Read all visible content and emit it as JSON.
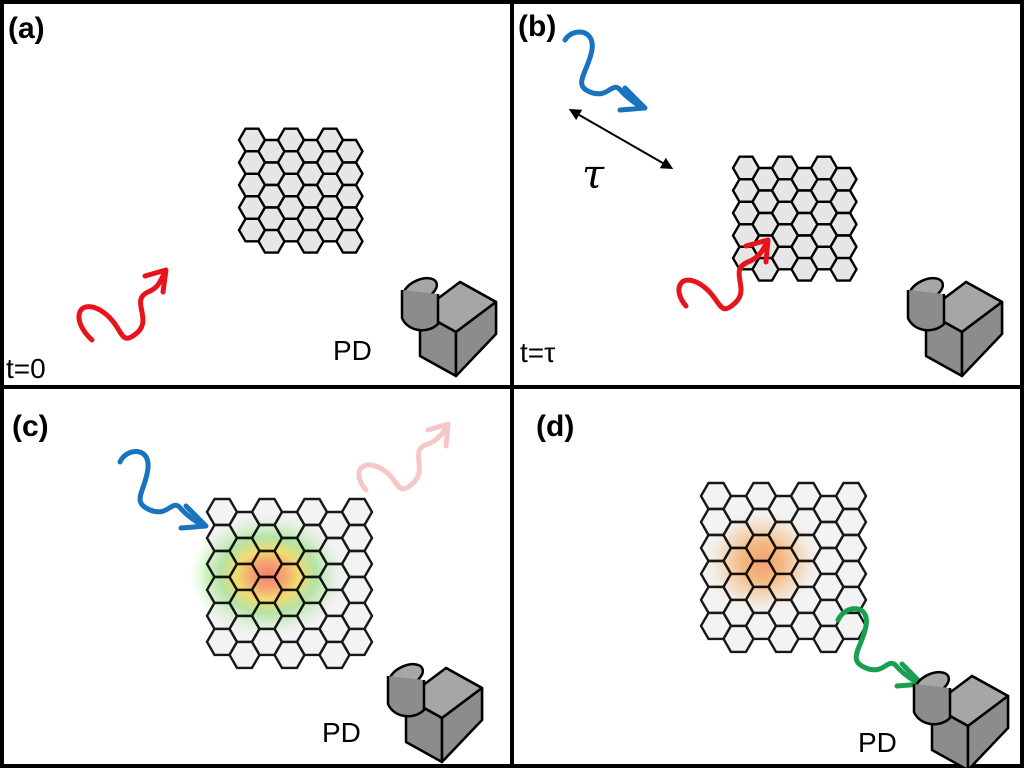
{
  "panels": {
    "a": {
      "label": "(a)",
      "time": "t=0",
      "detector": "PD"
    },
    "b": {
      "label": "(b)",
      "time": "t=τ",
      "delay": "τ"
    },
    "c": {
      "label": "(c)",
      "detector": "PD"
    },
    "d": {
      "label": "(d)",
      "detector": "PD"
    }
  },
  "colors": {
    "pump": "#e8141c",
    "probe": "#1a73be",
    "emission": "#18a050",
    "pump_faded": "#f7c6c6",
    "hot_core": "#ff2a00",
    "warm": "#ffc400",
    "cool": "#7ee060"
  },
  "icons": [
    "photon-wave-icon",
    "hexagonal-lattice-icon",
    "photodetector-camera-icon",
    "double-arrow-icon"
  ]
}
